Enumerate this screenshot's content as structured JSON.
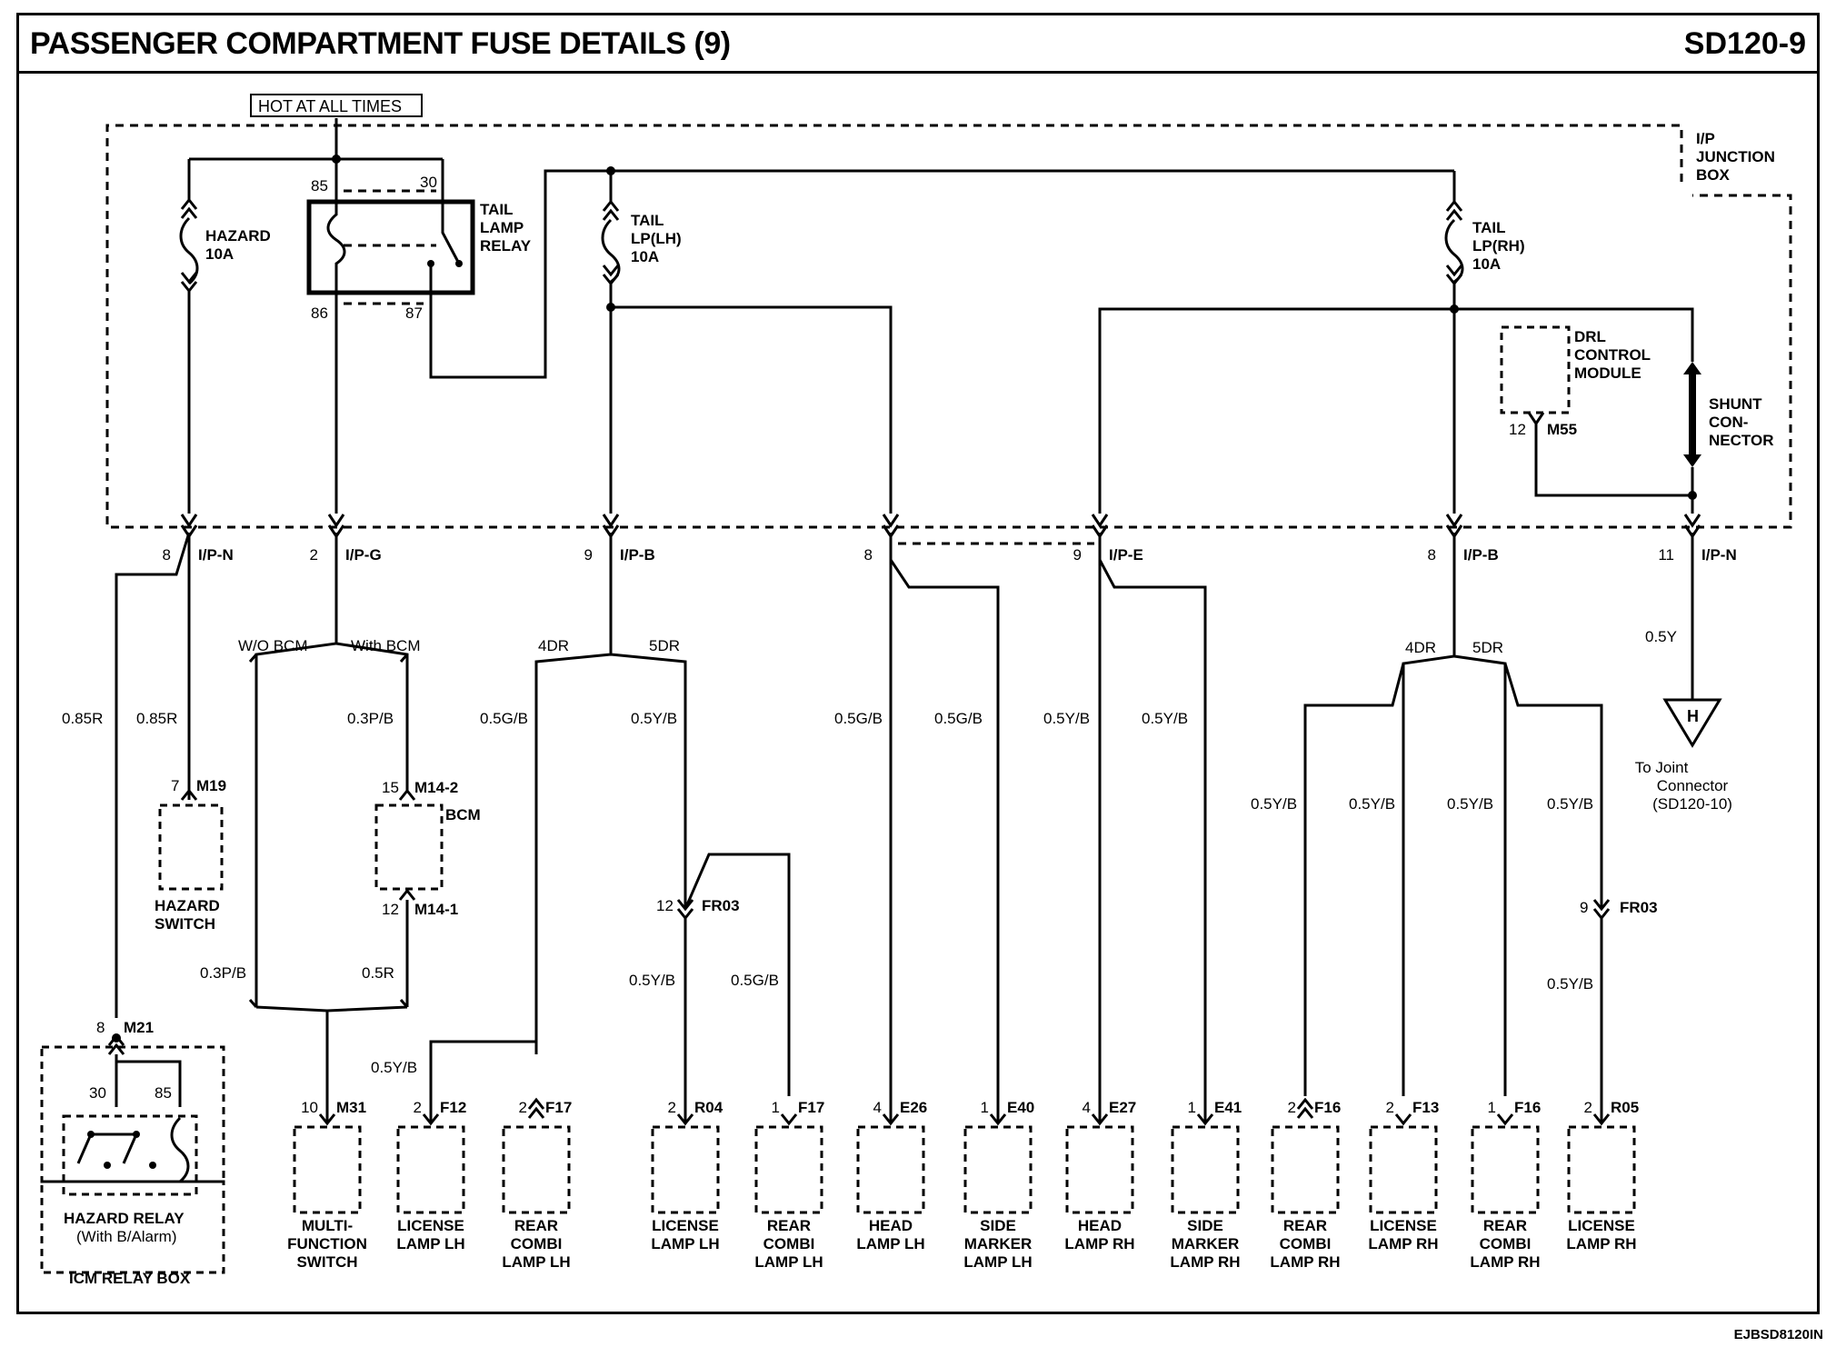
{
  "header": {
    "title": "PASSENGER COMPARTMENT FUSE DETAILS (9)",
    "code": "SD120-9"
  },
  "footer": {
    "ref": "EJBSD8120IN"
  },
  "hot_label": "HOT AT ALL TIMES",
  "junction_box": [
    "I/P",
    "JUNCTION",
    "BOX"
  ],
  "fuses": {
    "hazard": [
      "HAZARD",
      "10A"
    ],
    "tail_lh": [
      "TAIL",
      "LP(LH)",
      "10A"
    ],
    "tail_rh": [
      "TAIL",
      "LP(RH)",
      "10A"
    ]
  },
  "tail_relay": {
    "label": [
      "TAIL",
      "LAMP",
      "RELAY"
    ],
    "pins": [
      "85",
      "30",
      "86",
      "87"
    ]
  },
  "drl": {
    "label": [
      "DRL",
      "CONTROL",
      "MODULE"
    ],
    "pin": "12",
    "conn": "M55"
  },
  "shunt": [
    "SHUNT",
    "CON-",
    "NECTOR"
  ],
  "connectors": [
    {
      "pin": "8",
      "name": "I/P-N"
    },
    {
      "pin": "2",
      "name": "I/P-G"
    },
    {
      "pin": "9",
      "name": "I/P-B"
    },
    {
      "pin": "8",
      "name": ""
    },
    {
      "pin": "9",
      "name": "I/P-E"
    },
    {
      "pin": "8",
      "name": "I/P-B"
    },
    {
      "pin": "11",
      "name": "I/P-N"
    }
  ],
  "branch_labels": [
    "W/O BCM",
    "With BCM",
    "4DR",
    "5DR",
    "4DR",
    "5DR"
  ],
  "wires": [
    "0.85R",
    "0.85R",
    "0.3P/B",
    "0.5G/B",
    "0.5Y/B",
    "0.5G/B",
    "0.5G/B",
    "0.5Y/B",
    "0.5Y/B",
    "0.5Y",
    "0.3P/B",
    "0.5R",
    "0.5Y/B",
    "0.5G/B",
    "0.5Y/B",
    "0.5Y/B",
    "0.5Y/B",
    "0.5Y/B",
    "0.5Y/B",
    "0.5Y/B"
  ],
  "joint": {
    "letter": "H",
    "text": [
      "To Joint",
      "Connector",
      "(SD120-10)"
    ]
  },
  "hazard_switch": {
    "pin": "7",
    "conn": "M19",
    "label": [
      "HAZARD",
      "SWITCH"
    ]
  },
  "bcm": {
    "label": "BCM",
    "pin_top": "15",
    "conn_top": "M14-2",
    "pin_bot": "12",
    "conn_bot": "M14-1"
  },
  "fr03": [
    {
      "pin": "12",
      "conn": "FR03"
    },
    {
      "pin": "9",
      "conn": "FR03"
    }
  ],
  "icm": {
    "pin": "8",
    "conn": "M21",
    "relay_pins": [
      "30",
      "85"
    ],
    "relay_label": [
      "HAZARD RELAY",
      "(With B/Alarm)"
    ],
    "box_label": "ICM RELAY BOX"
  },
  "loads": [
    {
      "pin": "10",
      "conn": "M31",
      "label": [
        "MULTI-",
        "FUNCTION",
        "SWITCH"
      ]
    },
    {
      "pin": "2",
      "conn": "F12",
      "label": [
        "LICENSE",
        "LAMP LH"
      ]
    },
    {
      "pin": "2",
      "conn": "F17",
      "label": [
        "REAR",
        "COMBI",
        "LAMP LH"
      ]
    },
    {
      "pin": "2",
      "conn": "R04",
      "label": [
        "LICENSE",
        "LAMP LH"
      ]
    },
    {
      "pin": "1",
      "conn": "F17",
      "label": [
        "REAR",
        "COMBI",
        "LAMP LH"
      ]
    },
    {
      "pin": "4",
      "conn": "E26",
      "label": [
        "HEAD",
        "LAMP LH"
      ]
    },
    {
      "pin": "1",
      "conn": "E40",
      "label": [
        "SIDE",
        "MARKER",
        "LAMP LH"
      ]
    },
    {
      "pin": "4",
      "conn": "E27",
      "label": [
        "HEAD",
        "LAMP RH"
      ]
    },
    {
      "pin": "1",
      "conn": "E41",
      "label": [
        "SIDE",
        "MARKER",
        "LAMP RH"
      ]
    },
    {
      "pin": "2",
      "conn": "F16",
      "label": [
        "REAR",
        "COMBI",
        "LAMP RH"
      ]
    },
    {
      "pin": "2",
      "conn": "F13",
      "label": [
        "LICENSE",
        "LAMP RH"
      ]
    },
    {
      "pin": "1",
      "conn": "F16",
      "label": [
        "REAR",
        "COMBI",
        "LAMP RH"
      ]
    },
    {
      "pin": "2",
      "conn": "R05",
      "label": [
        "LICENSE",
        "LAMP RH"
      ]
    }
  ]
}
